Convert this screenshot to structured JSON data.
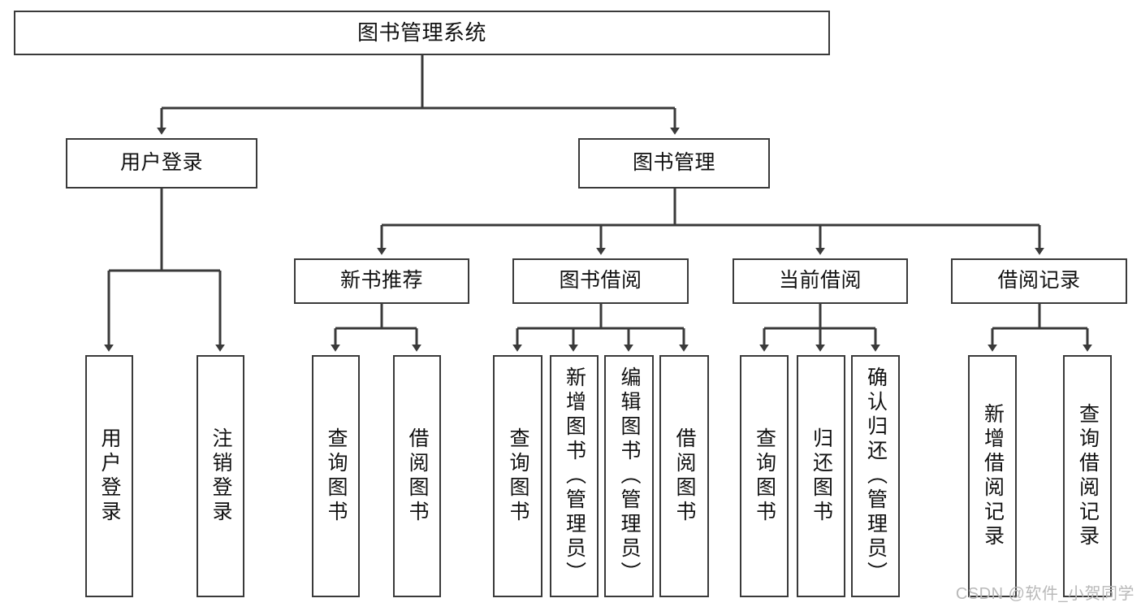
{
  "diagram": {
    "title": "图书管理系统",
    "type": "functional-structure-tree",
    "stroke_color": "#3a3a3a",
    "fill_color": "#ffffff",
    "text_color": "#111111"
  },
  "root": {
    "label": "图书管理系统"
  },
  "level2": [
    {
      "label": "用户登录"
    },
    {
      "label": "图书管理"
    }
  ],
  "level3": [
    {
      "label": "新书推荐"
    },
    {
      "label": "图书借阅"
    },
    {
      "label": "当前借阅"
    },
    {
      "label": "借阅记录"
    }
  ],
  "leaves": {
    "user_login": [
      {
        "label": "用户登录"
      },
      {
        "label": "注销登录"
      }
    ],
    "new_book_recommend": [
      {
        "label": "查询图书"
      },
      {
        "label": "借阅图书"
      }
    ],
    "book_borrow": [
      {
        "label": "查询图书"
      },
      {
        "label": "新增图书（管理员）"
      },
      {
        "label": "编辑图书（管理员）"
      },
      {
        "label": "借阅图书"
      }
    ],
    "current_borrow": [
      {
        "label": "查询图书"
      },
      {
        "label": "归还图书"
      },
      {
        "label": "确认归还（管理员）"
      }
    ],
    "borrow_records": [
      {
        "label": "新增借阅记录"
      },
      {
        "label": "查询借阅记录"
      }
    ]
  },
  "watermark": {
    "text": "CSDN @软件_小贺同学"
  }
}
